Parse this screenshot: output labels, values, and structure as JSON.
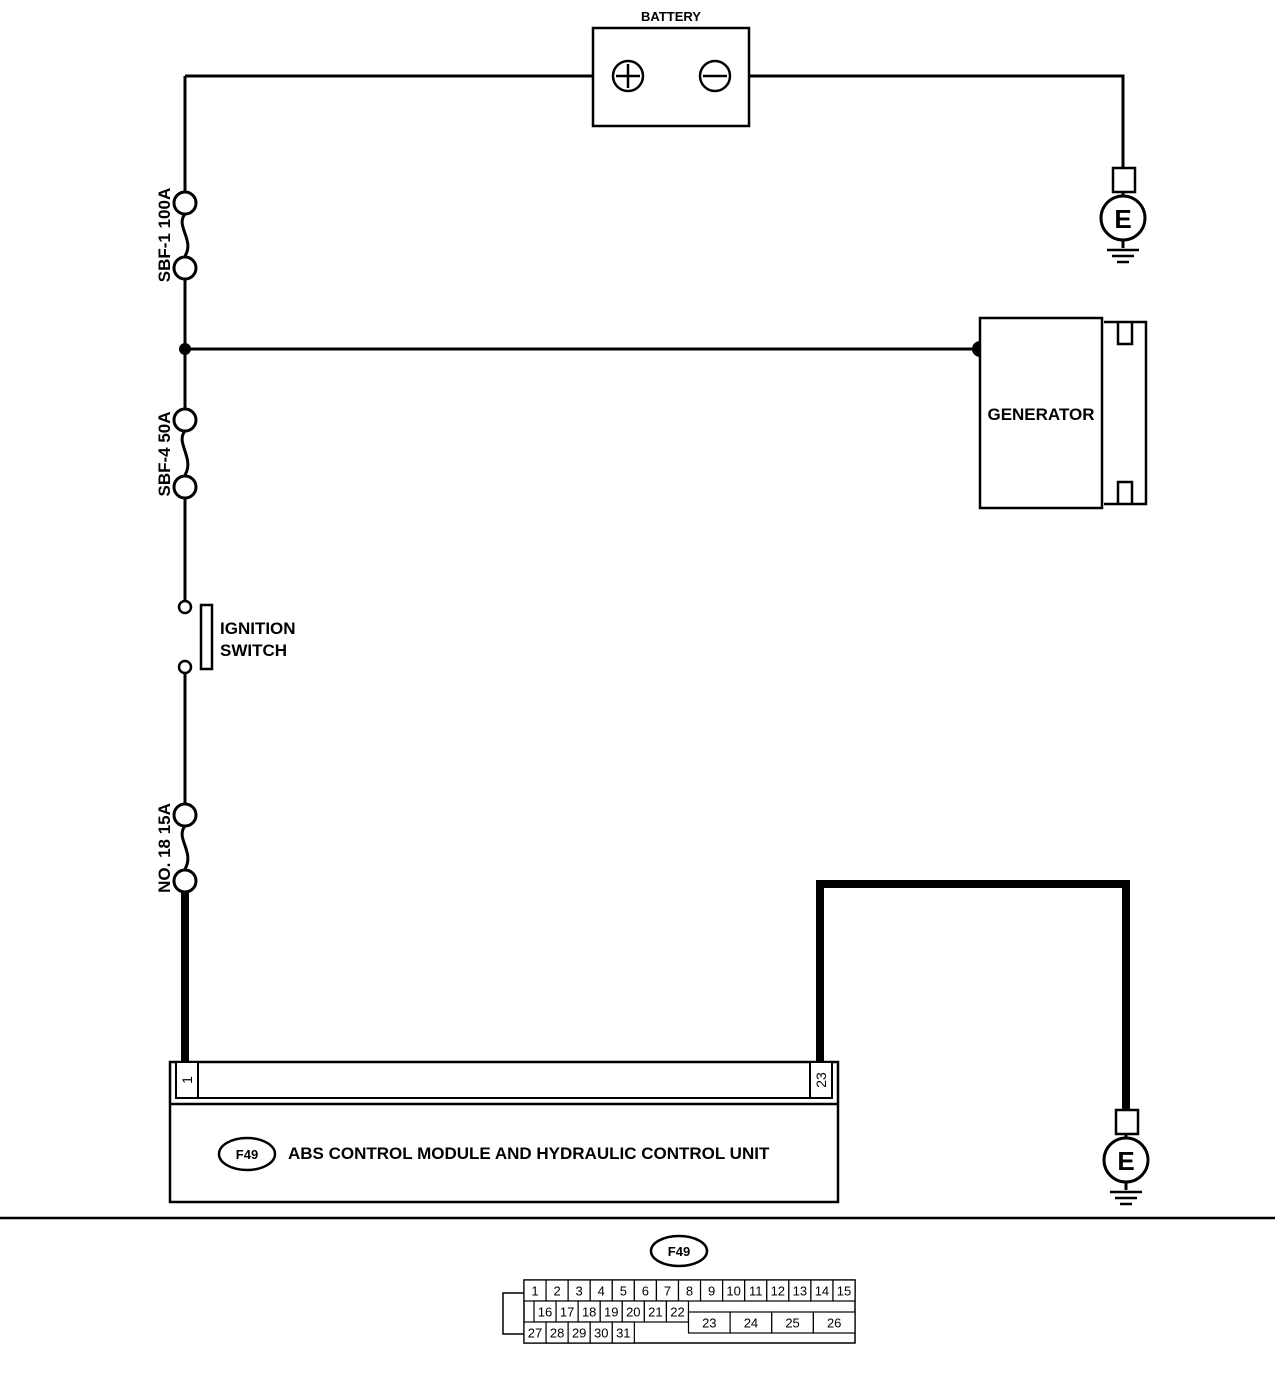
{
  "battery": {
    "label": "BATTERY",
    "positive_symbol": "+",
    "negative_symbol": "−"
  },
  "ground_top": {
    "symbol": "E"
  },
  "ground_bottom": {
    "symbol": "E"
  },
  "fuses": [
    {
      "label": "SBF-1 100A"
    },
    {
      "label": "SBF-4 50A"
    },
    {
      "label": "NO. 18 15A"
    }
  ],
  "generator": {
    "label": "GENERATOR"
  },
  "ignition_switch": {
    "line1": "IGNITION",
    "line2": "SWITCH"
  },
  "module": {
    "connector_id": "F49",
    "label": "ABS CONTROL MODULE AND HYDRAULIC CONTROL UNIT",
    "pin_left": "1",
    "pin_right": "23"
  },
  "connector_view": {
    "id": "F49",
    "row1": [
      "1",
      "2",
      "3",
      "4",
      "5",
      "6",
      "7",
      "8",
      "9",
      "10",
      "11",
      "12",
      "13",
      "14",
      "15"
    ],
    "row2": [
      "16",
      "17",
      "18",
      "19",
      "20",
      "21",
      "22"
    ],
    "row3": [
      "27",
      "28",
      "29",
      "30",
      "31"
    ],
    "large": [
      "23",
      "24",
      "25",
      "26"
    ]
  }
}
